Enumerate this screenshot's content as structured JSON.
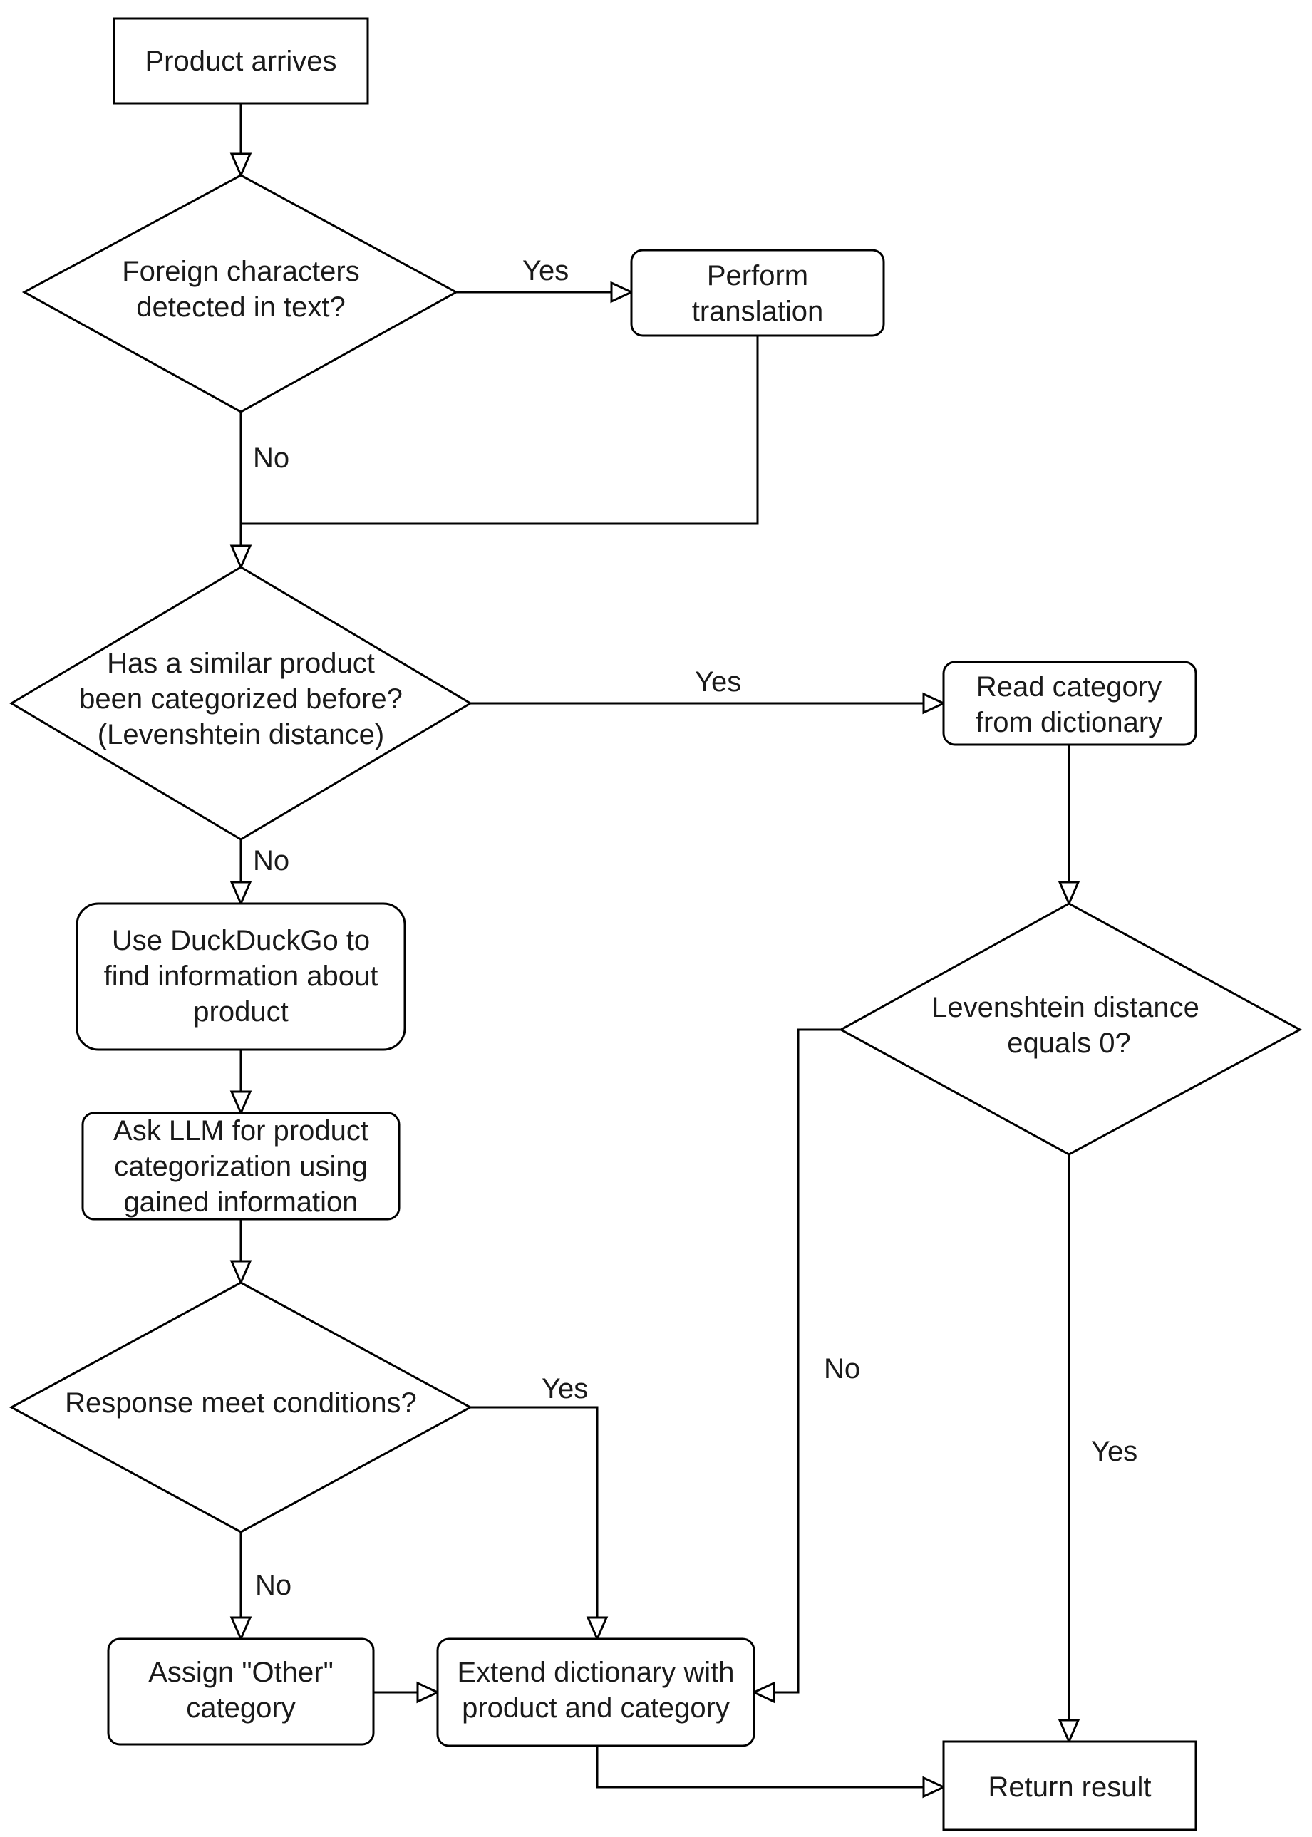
{
  "nodes": {
    "product_arrives": [
      "Product arrives"
    ],
    "foreign_chars": [
      "Foreign characters",
      "detected in text?"
    ],
    "perform_translation": [
      "Perform",
      "translation"
    ],
    "similar_product": [
      "Has a similar product",
      "been categorized before?",
      "(Levenshtein distance)"
    ],
    "read_category": [
      "Read category",
      "from dictionary"
    ],
    "use_duckduckgo": [
      "Use DuckDuckGo to",
      "find information about",
      "product"
    ],
    "lev_zero": [
      "Levenshtein distance",
      "equals 0?"
    ],
    "ask_llm": [
      "Ask LLM for product",
      "categorization using",
      "gained information"
    ],
    "response_conditions": [
      "Response meet conditions?"
    ],
    "assign_other": [
      "Assign \"Other\"",
      "category"
    ],
    "extend_dictionary": [
      "Extend dictionary with",
      "product and category"
    ],
    "return_result": [
      "Return result"
    ]
  },
  "edge_labels": {
    "foreign_yes": "Yes",
    "foreign_no": "No",
    "similar_yes": "Yes",
    "similar_no": "No",
    "response_yes": "Yes",
    "response_no": "No",
    "lev_no": "No",
    "lev_yes": "Yes"
  }
}
